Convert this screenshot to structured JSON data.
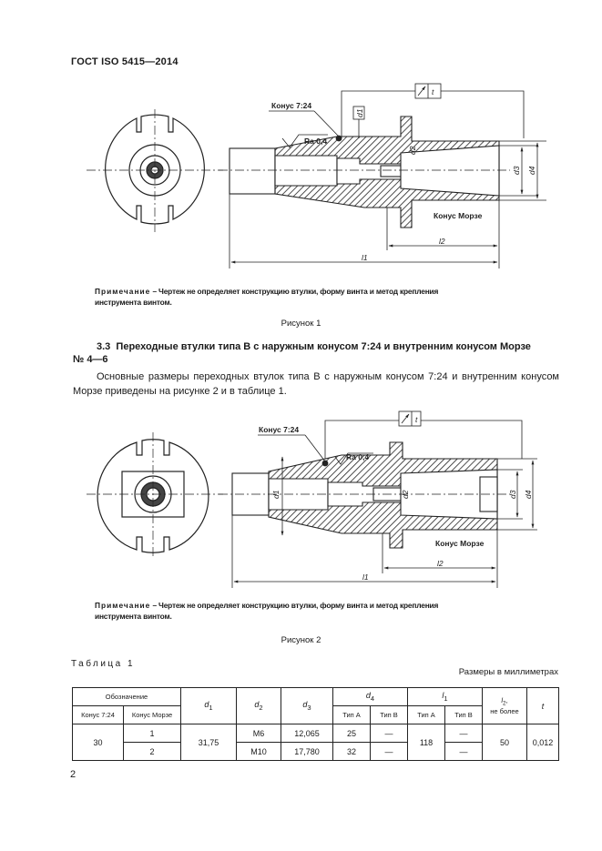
{
  "header": {
    "standard": "ГОСТ ISO 5415—2014"
  },
  "figure1": {
    "labels": {
      "cone": "Конус 7:24",
      "roughness": "Ra 0,4",
      "morse": "Конус Морзе",
      "d1": "d1",
      "d2": "d2",
      "d3": "d3",
      "d4": "d4",
      "l1": "l1",
      "l2": "l2",
      "tol": "t"
    },
    "note_label": "Примечание",
    "note_text": " – Чертеж не определяет конструкцию втулки, форму винта и метод крепления инструмента винтом.",
    "caption": "Рисунок 1"
  },
  "section": {
    "number": "3.3",
    "title_line1": "Переходные втулки типа B с наружным конусом 7:24 и внутренним конусом Морзе",
    "title_line2": "№ 4—6",
    "paragraph": "Основные размеры переходных втулок типа B с наружным конусом 7:24 и внутренним конусом Морзе приведены на рисунке 2 и в таблице 1."
  },
  "figure2": {
    "labels": {
      "cone": "Конус 7:24",
      "roughness": "Ra 0,4",
      "morse": "Конус Морзе",
      "d1": "d1",
      "d2": "d2",
      "d3": "d3",
      "d4": "d4",
      "l1": "l1",
      "l2": "l2",
      "tol": "t"
    },
    "note_label": "Примечание",
    "note_text": " – Чертеж не определяет конструкцию втулки, форму винта и метод крепления инструмента винтом.",
    "caption": "Рисунок 2"
  },
  "table1": {
    "caption": "Таблица 1",
    "units": "Размеры в миллиметрах",
    "headers": {
      "designation": "Обозначение",
      "cone724": "Конус 7:24",
      "morse": "Конус Морзе",
      "d1": "d",
      "d1_sub": "1",
      "d2": "d",
      "d2_sub": "2",
      "d3": "d",
      "d3_sub": "3",
      "d4": "d",
      "d4_sub": "4",
      "l1": "l",
      "l1_sub": "1",
      "l2": "l",
      "l2_sub": "2",
      "l2_suffix": ",",
      "l2_note": "не более",
      "t": "t",
      "typeA": "Тип А",
      "typeB": "Тип В"
    },
    "rows": [
      {
        "cone": "30",
        "morse": "1",
        "d1": "31,75",
        "d2": "M6",
        "d3": "12,065",
        "d4A": "25",
        "d4B": "—",
        "l1A": "118",
        "l1B": "—",
        "l2": "50",
        "t": "0,012"
      },
      {
        "morse": "2",
        "d2": "M10",
        "d3": "17,780",
        "d4A": "32",
        "d4B": "—",
        "l1B": "—"
      }
    ]
  },
  "page_number": "2"
}
